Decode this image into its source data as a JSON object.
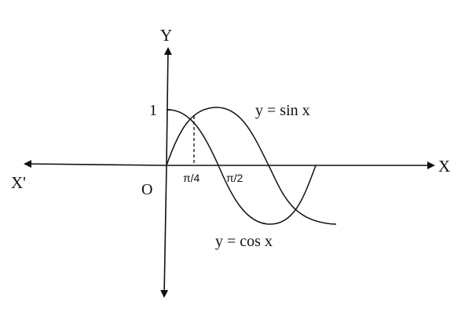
{
  "axes": {
    "x_label": "X",
    "x_neg_label": "X'",
    "y_label": "Y",
    "origin_label": "O",
    "y_tick_label": "1",
    "x_tick_labels": [
      "π/4",
      "π/2"
    ]
  },
  "curves": {
    "sin_label": "y = sin x",
    "cos_label": "y = cos x"
  }
}
